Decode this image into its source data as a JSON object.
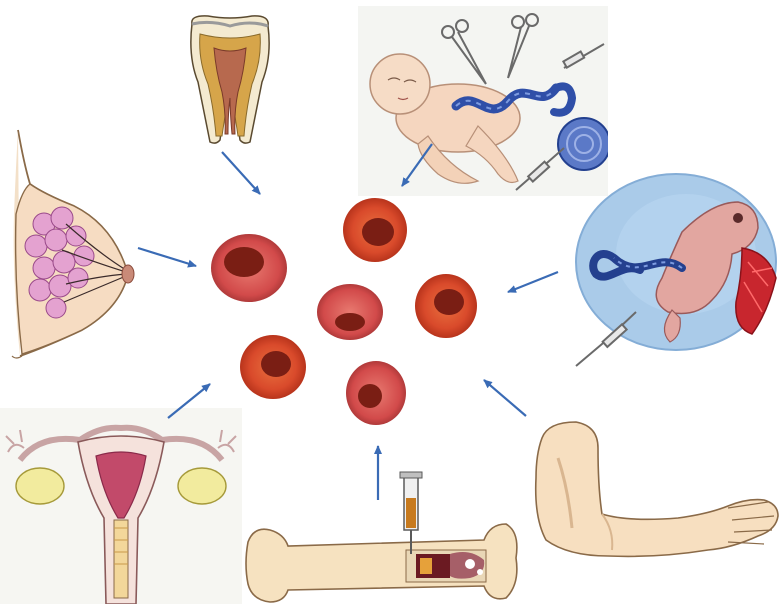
{
  "figure": {
    "caption": "",
    "center": {
      "cell_count": 6
    },
    "sources": [
      {
        "name": "dental-pulp"
      },
      {
        "name": "umbilical-cord"
      },
      {
        "name": "amniotic-fluid-and-placenta"
      },
      {
        "name": "adipose-tissue"
      },
      {
        "name": "bone-marrow"
      },
      {
        "name": "endometrium"
      },
      {
        "name": "breast-milk"
      }
    ]
  },
  "colors": {
    "arrow": "#3a6bb5",
    "cell_fill": "#d94a2b",
    "cell_nucleus": "#7a1e14",
    "amnion": "#9cc3e6"
  }
}
